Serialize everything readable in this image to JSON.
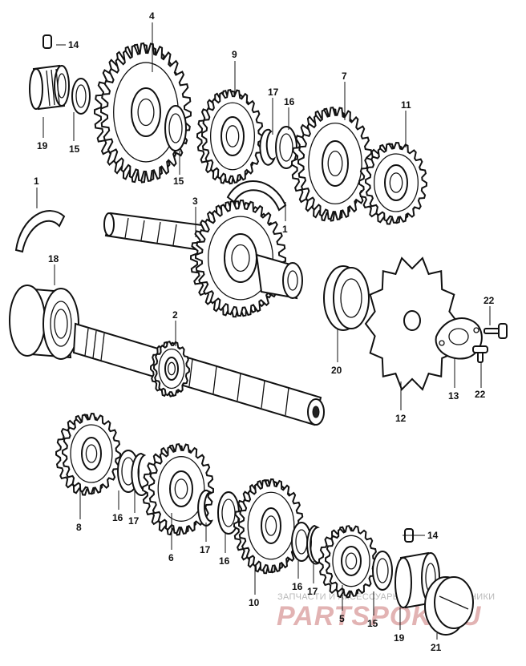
{
  "diagram": {
    "callouts": [
      {
        "id": "c4",
        "text": "4"
      },
      {
        "id": "c14a",
        "text": "14"
      },
      {
        "id": "c9",
        "text": "9"
      },
      {
        "id": "c17a",
        "text": "17"
      },
      {
        "id": "c16a",
        "text": "16"
      },
      {
        "id": "c7",
        "text": "7"
      },
      {
        "id": "c11",
        "text": "11"
      },
      {
        "id": "c19a",
        "text": "19"
      },
      {
        "id": "c15a",
        "text": "15"
      },
      {
        "id": "c15b",
        "text": "15"
      },
      {
        "id": "c1a",
        "text": "1"
      },
      {
        "id": "c3",
        "text": "3"
      },
      {
        "id": "c1b",
        "text": "1"
      },
      {
        "id": "c18",
        "text": "18"
      },
      {
        "id": "c2",
        "text": "2"
      },
      {
        "id": "c22a",
        "text": "22"
      },
      {
        "id": "c20",
        "text": "20"
      },
      {
        "id": "c13",
        "text": "13"
      },
      {
        "id": "c22b",
        "text": "22"
      },
      {
        "id": "c12",
        "text": "12"
      },
      {
        "id": "c8",
        "text": "8"
      },
      {
        "id": "c16b",
        "text": "16"
      },
      {
        "id": "c17b",
        "text": "17"
      },
      {
        "id": "c6",
        "text": "6"
      },
      {
        "id": "c17c",
        "text": "17"
      },
      {
        "id": "c16c",
        "text": "16"
      },
      {
        "id": "c14b",
        "text": "14"
      },
      {
        "id": "c10",
        "text": "10"
      },
      {
        "id": "c16d",
        "text": "16"
      },
      {
        "id": "c17d",
        "text": "17"
      },
      {
        "id": "c5",
        "text": "5"
      },
      {
        "id": "c15c",
        "text": "15"
      },
      {
        "id": "c19b",
        "text": "19"
      },
      {
        "id": "c21",
        "text": "21"
      }
    ]
  },
  "watermark": {
    "tagline": "ЗАПЧАСТИ И АКСЕССУАРЫ ДЛЯ МОТОТЕХНИКИ",
    "brand": "PARTSPOK.RU"
  }
}
